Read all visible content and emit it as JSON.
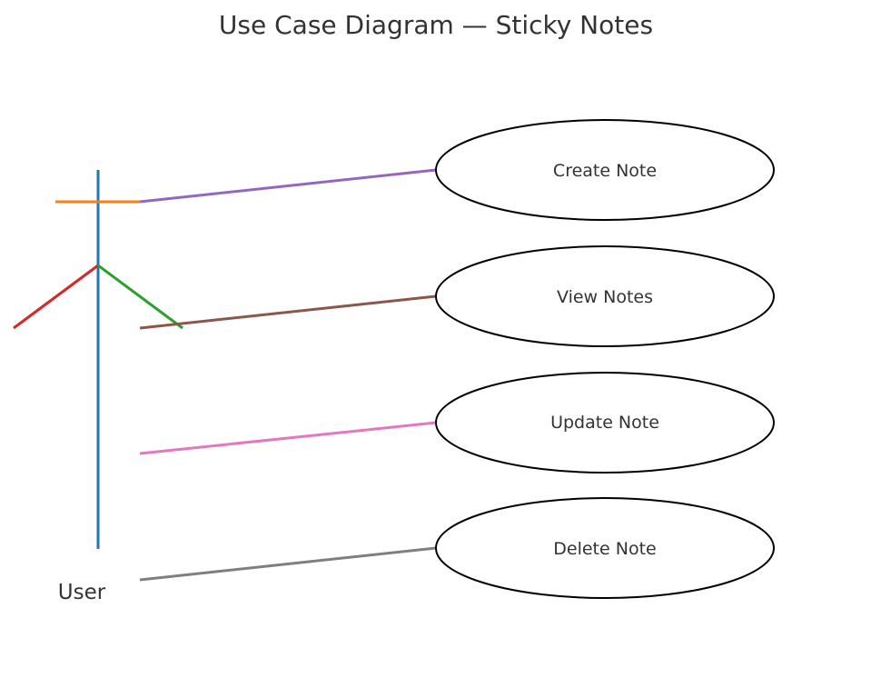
{
  "diagram": {
    "title": "Use Case Diagram — Sticky Notes",
    "actor": {
      "label": "User",
      "colors": {
        "body": "#1f77b4",
        "arms": "#ff7f0e",
        "left_leg": "#d62728",
        "right_leg": "#2ca02c"
      }
    },
    "use_cases": [
      {
        "label": "Create Note",
        "line_color": "#9467bd"
      },
      {
        "label": "View Notes",
        "line_color": "#8c564b"
      },
      {
        "label": "Update Note",
        "line_color": "#e377c2"
      },
      {
        "label": "Delete Note",
        "line_color": "#7f7f7f"
      }
    ]
  }
}
